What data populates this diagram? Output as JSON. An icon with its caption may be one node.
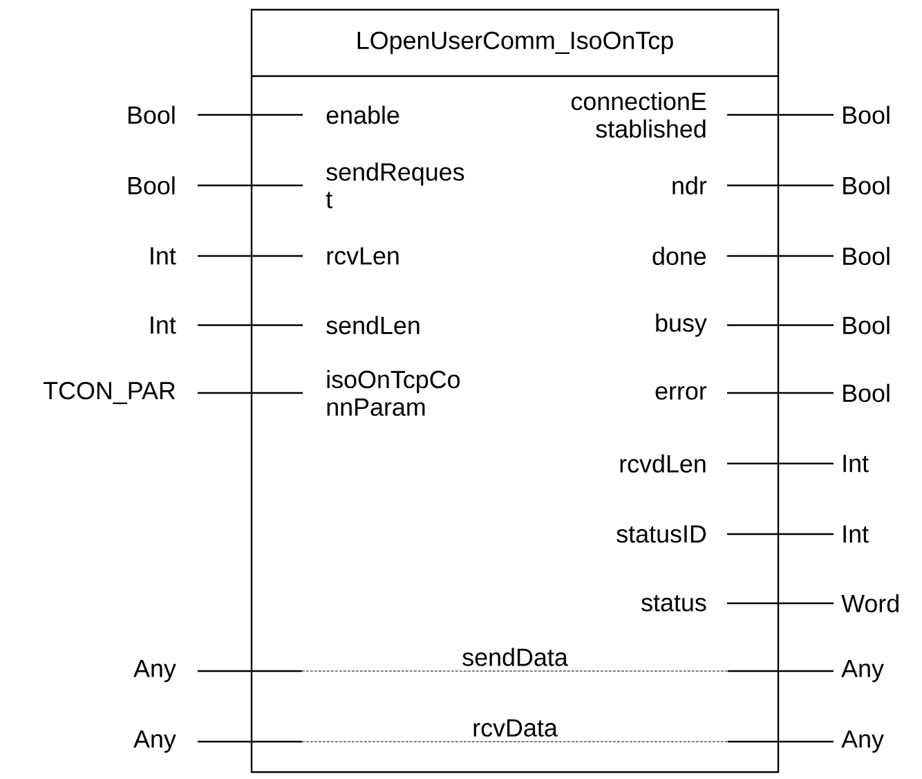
{
  "diagram": {
    "nodes": [
      {
        "text": [
          "LOpenUserComm_IsoOnTcp"
        ]
      },
      {
        "text": [
          "Bool"
        ]
      },
      {
        "text": [
          "enable"
        ],
        "in": 0
      },
      {
        "text": [
          "connectionE stablished"
        ],
        "in": 0
      },
      {
        "text": [
          "Bool"
        ]
      },
      {
        "text": [
          "Bool"
        ]
      },
      {
        "text": [
          "sendReques t"
        ],
        "in": 0
      },
      {
        "text": [
          "ndr"
        ],
        "in": 0
      },
      {
        "text": [
          "Bool"
        ]
      },
      {
        "text": [
          "Int"
        ]
      },
      {
        "text": [
          "rcvLen"
        ],
        "in": 0
      },
      {
        "text": [
          "done"
        ],
        "in": 0
      },
      {
        "text": [
          "Bool"
        ]
      },
      {
        "text": [
          "Int"
        ]
      },
      {
        "text": [
          "sendLen"
        ],
        "in": 0
      },
      {
        "text": [
          "busy"
        ],
        "in": 0
      },
      {
        "text": [
          "Bool"
        ]
      },
      {
        "text": [
          "TCON_PAR"
        ]
      },
      {
        "text": [
          "isoOnTcpCo nnParam"
        ],
        "in": 0
      },
      {
        "text": [
          "error"
        ],
        "in": 0
      },
      {
        "text": [
          "Bool"
        ]
      },
      {
        "text": [
          "rcvdLen"
        ],
        "in": 0
      },
      {
        "text": [
          "Int"
        ]
      },
      {
        "text": [
          "statusID"
        ],
        "in": 0
      },
      {
        "text": [
          "Int"
        ]
      },
      {
        "text": [
          "status"
        ],
        "in": 0
      },
      {
        "text": [
          "Word"
        ]
      },
      {
        "text": [
          "Any"
        ]
      },
      {
        "text": [
          "sendData"
        ],
        "in": 0
      },
      {
        "text": [
          "Any"
        ]
      },
      {
        "text": [
          "Any"
        ]
      },
      {
        "text": [
          "rcvData"
        ],
        "in": 0
      },
      {
        "text": [
          "Any"
        ]
      }
    ],
    "edges": [
      {
        "from": 1,
        "to": 2,
        "arrow": "none"
      },
      {
        "from": 3,
        "to": 4,
        "arrow": "none"
      },
      {
        "from": 5,
        "to": 6,
        "arrow": "none"
      },
      {
        "from": 7,
        "to": 8,
        "arrow": "none"
      },
      {
        "from": 9,
        "to": 10,
        "arrow": "none"
      },
      {
        "from": 11,
        "to": 12,
        "arrow": "none"
      },
      {
        "from": 13,
        "to": 14,
        "arrow": "none"
      },
      {
        "from": 15,
        "to": 16,
        "arrow": "none"
      },
      {
        "from": 17,
        "to": 18,
        "arrow": "none"
      },
      {
        "from": 19,
        "to": 20,
        "arrow": "none"
      },
      {
        "from": 21,
        "to": 22,
        "arrow": "none"
      },
      {
        "from": 23,
        "to": 24,
        "arrow": "none"
      },
      {
        "from": 25,
        "to": 26,
        "arrow": "none"
      },
      {
        "from": 27,
        "to": 28,
        "arrow": "none"
      },
      {
        "from": 28,
        "to": 29,
        "arrow": "none"
      },
      {
        "from": 30,
        "to": 31,
        "arrow": "none"
      },
      {
        "from": 31,
        "to": 32,
        "arrow": "none"
      }
    ]
  }
}
